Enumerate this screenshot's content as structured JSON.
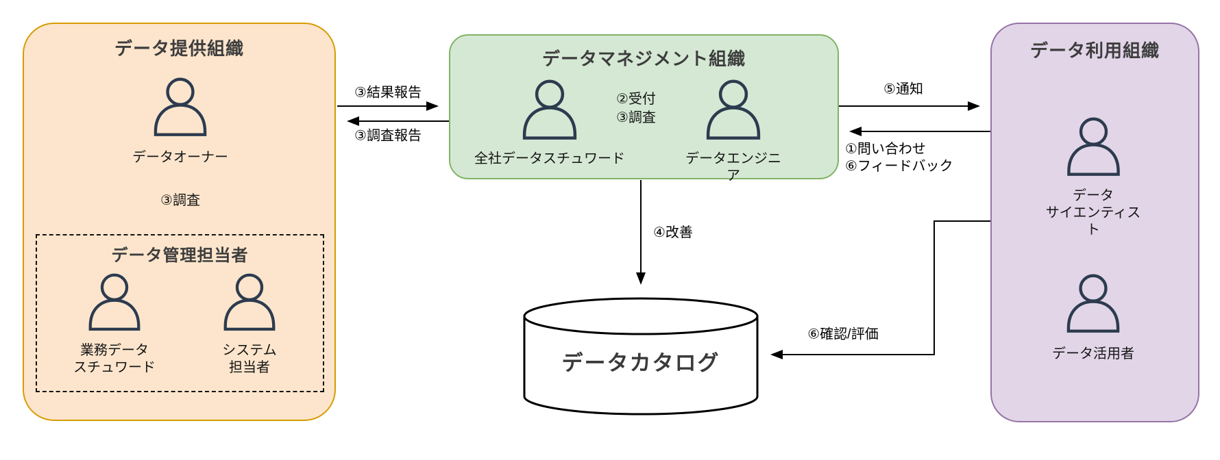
{
  "diagram": {
    "provider_box": {
      "title": "データ提供組織",
      "owner_label": "データオーナー",
      "note": "③調査",
      "subgroup": {
        "title": "データ管理担当者",
        "member1_label": "業務データ\nスチュワード",
        "member2_label": "システム\n担当者"
      }
    },
    "management_box": {
      "title": "データマネジメント組織",
      "member1_label": "全社データスチュワード",
      "note": "②受付\n③調査",
      "member2_label": "データエンジニア"
    },
    "consumer_box": {
      "title": "データ利用組織",
      "member1_label": "データ\nサイエンティスト",
      "member2_label": "データ活用者"
    },
    "catalog": {
      "label": "データカタログ"
    },
    "arrows": {
      "result_report": "③結果報告",
      "investigation_report": "③調査報告",
      "notification": "⑤通知",
      "inquiry_feedback": "①問い合わせ\n⑥フィードバック",
      "improvement": "④改善",
      "confirm_evaluate": "⑥確認/評価"
    },
    "colors": {
      "provider_fill": "#FCE5CC",
      "provider_border": "#D79B00",
      "management_fill": "#D5E8D4",
      "management_border": "#82B366",
      "consumer_fill": "#E1D5E7",
      "consumer_border": "#9673A6",
      "person_stroke": "#2D3B4F",
      "arrow": "#000000"
    }
  }
}
